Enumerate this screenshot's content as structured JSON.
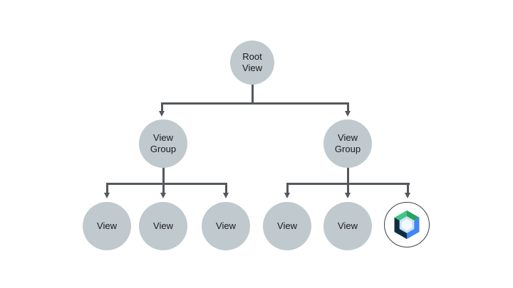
{
  "diagram": {
    "nodes": {
      "root": {
        "label": "Root View"
      },
      "group_left": {
        "label": "View Group"
      },
      "group_right": {
        "label": "View Group"
      },
      "leaf_1": {
        "label": "View"
      },
      "leaf_2": {
        "label": "View"
      },
      "leaf_3": {
        "label": "View"
      },
      "leaf_4": {
        "label": "View"
      },
      "leaf_5": {
        "label": "View"
      },
      "leaf_compose": {
        "icon": "jetpack-compose-logo"
      }
    },
    "theme": {
      "background": "#FFFFFF",
      "node_fill": "#BFC9CE",
      "line_color": "#54585C",
      "text_color": "#1A1C1E",
      "logo_ring_color": "#3C4043",
      "logo_circle_fill": "#FFFFFF",
      "compose": {
        "green_light": "#41C784",
        "green_dark": "#28A25C",
        "blue": "#4285F4",
        "navy": "#0E2D3E",
        "inner_light": "#CBE2F4",
        "inner_center": "#F3F9FE"
      }
    }
  }
}
